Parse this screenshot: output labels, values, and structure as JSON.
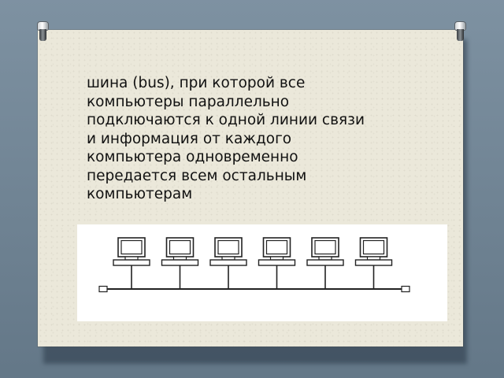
{
  "slide": {
    "text": "шина (bus), при которой все\nкомпьютеры параллельно\nподключаются к одной линии связи\nи информация от каждого\nкомпьютера одновременно\nпередается всем остальным\nкомпьютерам"
  },
  "diagram": {
    "computers": [
      {
        "name": "computer-1"
      },
      {
        "name": "computer-2"
      },
      {
        "name": "computer-3"
      },
      {
        "name": "computer-4"
      },
      {
        "name": "computer-5"
      },
      {
        "name": "computer-6"
      }
    ],
    "line_color": "#222222",
    "screen_fill": "#ffffff"
  },
  "colors": {
    "background": "#6f8597",
    "paper": "#ebe8da",
    "text": "#111111"
  }
}
